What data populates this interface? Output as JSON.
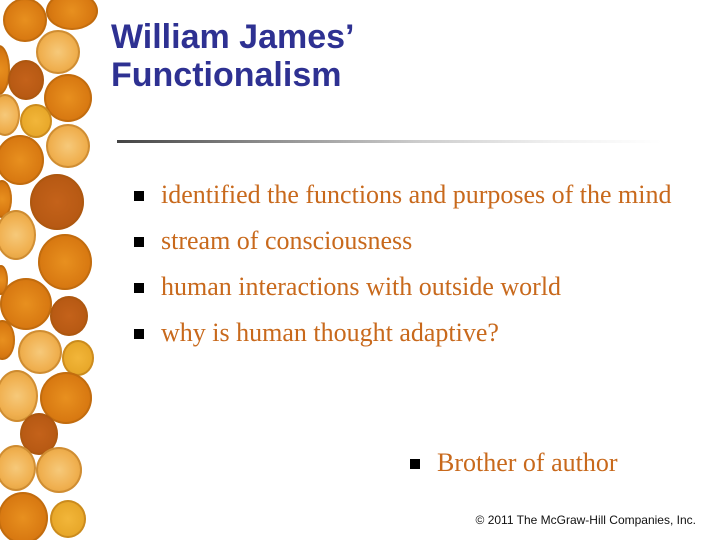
{
  "slide": {
    "title_line1": "William James’",
    "title_line2": "Functionalism",
    "bullets": [
      {
        "text": "identified the functions and purposes of the mind"
      },
      {
        "text": "stream of consciousness"
      },
      {
        "text": "human interactions with outside world"
      },
      {
        "text": "why is human thought adaptive?"
      }
    ],
    "aside_bullet": "Brother of author",
    "footer": "© 2011 The McGraw-Hill Companies, Inc."
  },
  "colors": {
    "title": "#2e3192",
    "body_text": "#c8691c",
    "bullet_marker": "#000000"
  },
  "decoration": {
    "left_strip_icon": "orange-slices-image"
  }
}
